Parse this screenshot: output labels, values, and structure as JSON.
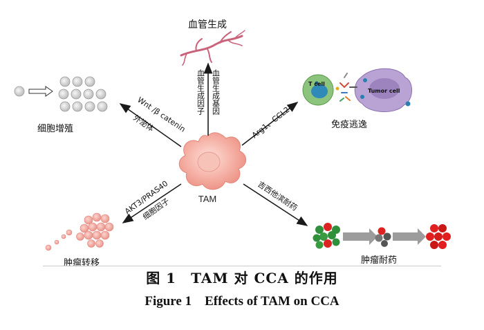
{
  "center": {
    "label": "TAM",
    "color": "#f4a59a"
  },
  "branches": {
    "top": {
      "title": "血管生成",
      "arrow_labels": [
        "血管生成因子",
        "血管生成基因"
      ]
    },
    "upper_right": {
      "title": "免疫逃逸",
      "arrow_label": "Arg1、CCL2",
      "t_cell_label": "T cell",
      "tumor_cell_label": "Tumor cell"
    },
    "lower_right": {
      "title": "肿瘤耐药",
      "arrow_label": "吉西他滨耐药"
    },
    "upper_left": {
      "title": "细胞增殖",
      "arrow_labels": [
        "Wnt /β catenin",
        "外泌体"
      ]
    },
    "lower_left": {
      "title": "肿瘤转移",
      "arrow_labels": [
        "AKT3/PRAS40",
        "细胞因子"
      ]
    }
  },
  "caption": {
    "chinese": "图 1　TAM 对 CCA 的作用",
    "english": "Figure 1　Effects of TAM on CCA"
  },
  "colors": {
    "arrow": "#1a1a1a",
    "vessel": "#c9627a",
    "t_cell": "#77b86a",
    "tumor_cell": "#a58cc4",
    "cluster_pink": "#f3a9a3",
    "red_cell": "#e02020",
    "green_cell": "#3d8f3a"
  }
}
